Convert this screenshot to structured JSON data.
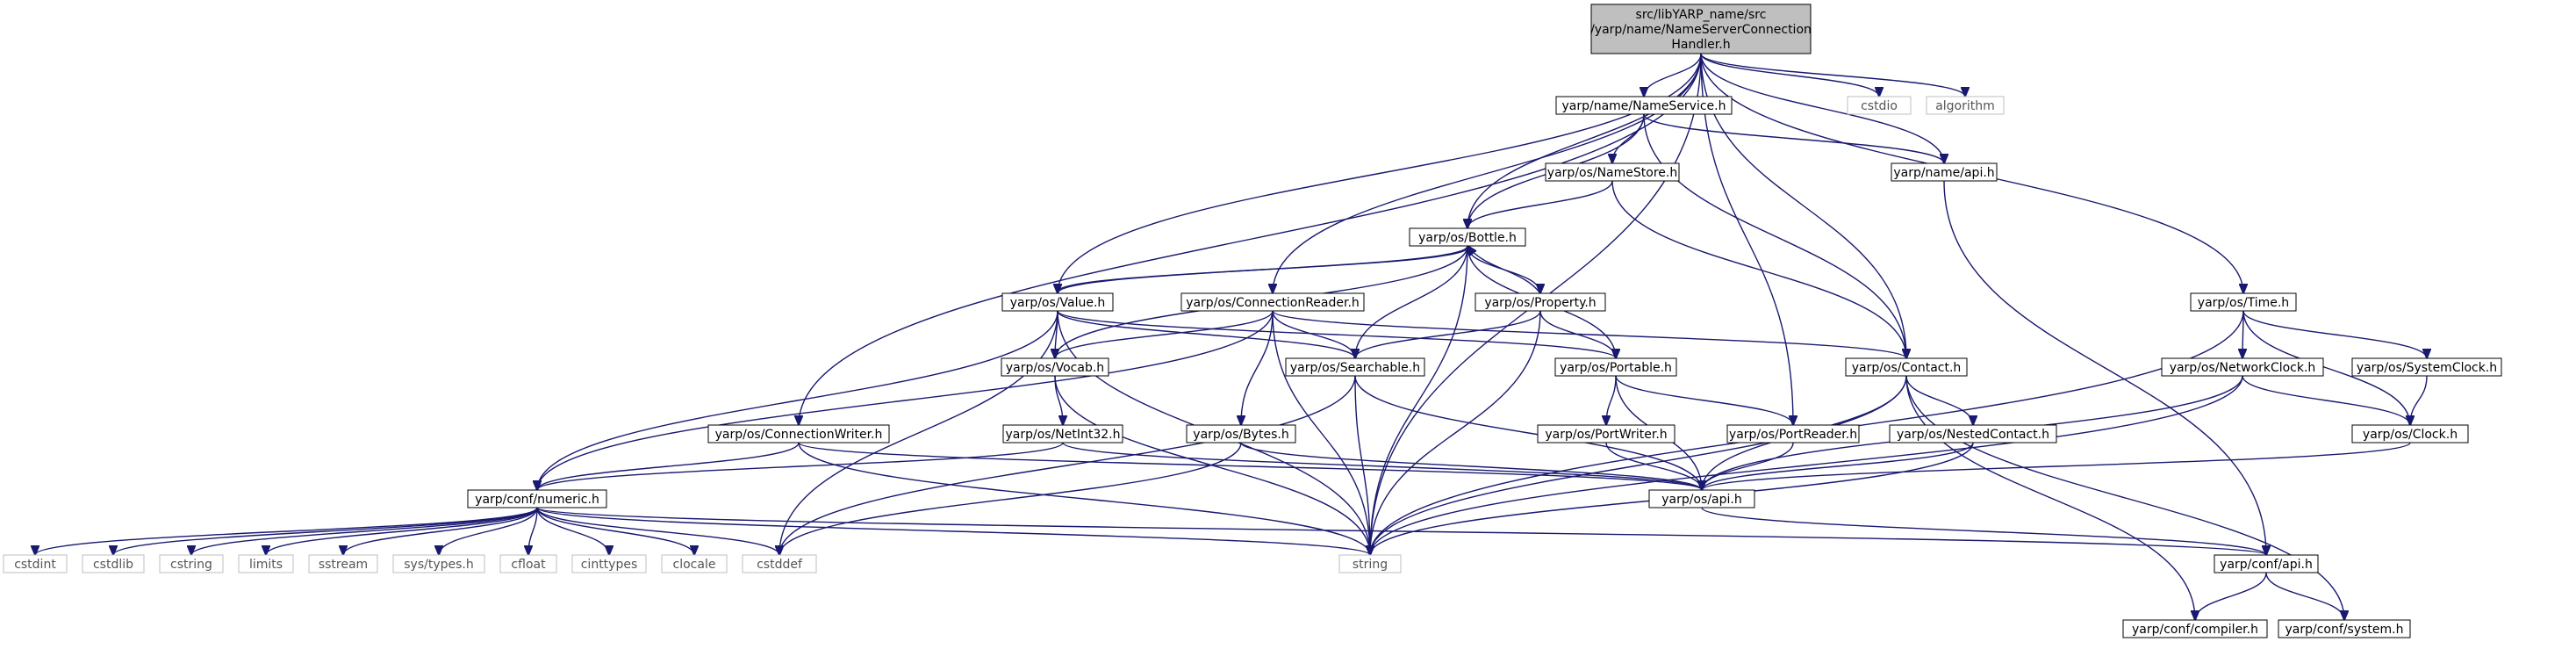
{
  "nodes": [
    {
      "id": "root",
      "lines": [
        "src/libYARP_name/src",
        "/yarp/name/NameServerConnection",
        "Handler.h"
      ],
      "style": "root"
    },
    {
      "id": "nameservice",
      "lines": [
        "yarp/name/NameService.h"
      ],
      "style": "normal"
    },
    {
      "id": "cstdio",
      "lines": [
        "cstdio"
      ],
      "style": "system"
    },
    {
      "id": "algorithm",
      "lines": [
        "algorithm"
      ],
      "style": "system"
    },
    {
      "id": "nameapi",
      "lines": [
        "yarp/name/api.h"
      ],
      "style": "normal"
    },
    {
      "id": "namestore",
      "lines": [
        "yarp/os/NameStore.h"
      ],
      "style": "normal"
    },
    {
      "id": "bottle",
      "lines": [
        "yarp/os/Bottle.h"
      ],
      "style": "normal"
    },
    {
      "id": "value",
      "lines": [
        "yarp/os/Value.h"
      ],
      "style": "normal"
    },
    {
      "id": "connreader",
      "lines": [
        "yarp/os/ConnectionReader.h"
      ],
      "style": "normal"
    },
    {
      "id": "property",
      "lines": [
        "yarp/os/Property.h"
      ],
      "style": "normal"
    },
    {
      "id": "time",
      "lines": [
        "yarp/os/Time.h"
      ],
      "style": "normal"
    },
    {
      "id": "contact",
      "lines": [
        "yarp/os/Contact.h"
      ],
      "style": "normal"
    },
    {
      "id": "vocab",
      "lines": [
        "yarp/os/Vocab.h"
      ],
      "style": "normal"
    },
    {
      "id": "searchable",
      "lines": [
        "yarp/os/Searchable.h"
      ],
      "style": "normal"
    },
    {
      "id": "portable",
      "lines": [
        "yarp/os/Portable.h"
      ],
      "style": "normal"
    },
    {
      "id": "networkclock",
      "lines": [
        "yarp/os/NetworkClock.h"
      ],
      "style": "normal"
    },
    {
      "id": "systemclock",
      "lines": [
        "yarp/os/SystemClock.h"
      ],
      "style": "normal"
    },
    {
      "id": "connwriter",
      "lines": [
        "yarp/os/ConnectionWriter.h"
      ],
      "style": "normal"
    },
    {
      "id": "netint32",
      "lines": [
        "yarp/os/NetInt32.h"
      ],
      "style": "normal"
    },
    {
      "id": "bytes",
      "lines": [
        "yarp/os/Bytes.h"
      ],
      "style": "normal"
    },
    {
      "id": "portwriter",
      "lines": [
        "yarp/os/PortWriter.h"
      ],
      "style": "normal"
    },
    {
      "id": "portreader",
      "lines": [
        "yarp/os/PortReader.h"
      ],
      "style": "normal"
    },
    {
      "id": "nestedcontact",
      "lines": [
        "yarp/os/NestedContact.h"
      ],
      "style": "normal"
    },
    {
      "id": "clock",
      "lines": [
        "yarp/os/Clock.h"
      ],
      "style": "normal"
    },
    {
      "id": "numeric",
      "lines": [
        "yarp/conf/numeric.h"
      ],
      "style": "normal"
    },
    {
      "id": "osapi",
      "lines": [
        "yarp/os/api.h"
      ],
      "style": "normal"
    },
    {
      "id": "cstdint",
      "lines": [
        "cstdint"
      ],
      "style": "system"
    },
    {
      "id": "cstdlib",
      "lines": [
        "cstdlib"
      ],
      "style": "system"
    },
    {
      "id": "cstring",
      "lines": [
        "cstring"
      ],
      "style": "system"
    },
    {
      "id": "limits",
      "lines": [
        "limits"
      ],
      "style": "system"
    },
    {
      "id": "sstream",
      "lines": [
        "sstream"
      ],
      "style": "system"
    },
    {
      "id": "systypes",
      "lines": [
        "sys/types.h"
      ],
      "style": "system"
    },
    {
      "id": "cfloat",
      "lines": [
        "cfloat"
      ],
      "style": "system"
    },
    {
      "id": "cinttypes",
      "lines": [
        "cinttypes"
      ],
      "style": "system"
    },
    {
      "id": "clocale",
      "lines": [
        "clocale"
      ],
      "style": "system"
    },
    {
      "id": "cstddef",
      "lines": [
        "cstddef"
      ],
      "style": "system"
    },
    {
      "id": "string",
      "lines": [
        "string"
      ],
      "style": "system"
    },
    {
      "id": "confapi",
      "lines": [
        "yarp/conf/api.h"
      ],
      "style": "normal"
    },
    {
      "id": "compiler",
      "lines": [
        "yarp/conf/compiler.h"
      ],
      "style": "normal"
    },
    {
      "id": "system",
      "lines": [
        "yarp/conf/system.h"
      ],
      "style": "normal"
    }
  ],
  "edges": [
    [
      "root",
      "nameservice"
    ],
    [
      "root",
      "cstdio"
    ],
    [
      "root",
      "algorithm"
    ],
    [
      "root",
      "nameapi"
    ],
    [
      "root",
      "bottle"
    ],
    [
      "root",
      "value"
    ],
    [
      "root",
      "connreader"
    ],
    [
      "root",
      "connwriter"
    ],
    [
      "root",
      "contact"
    ],
    [
      "root",
      "portreader"
    ],
    [
      "root",
      "time"
    ],
    [
      "root",
      "string"
    ],
    [
      "nameservice",
      "nameapi"
    ],
    [
      "nameservice",
      "namestore"
    ],
    [
      "nameservice",
      "bottle"
    ],
    [
      "nameservice",
      "contact"
    ],
    [
      "nameapi",
      "confapi"
    ],
    [
      "namestore",
      "bottle"
    ],
    [
      "namestore",
      "contact"
    ],
    [
      "bottle",
      "value"
    ],
    [
      "bottle",
      "property"
    ],
    [
      "bottle",
      "searchable"
    ],
    [
      "bottle",
      "portable"
    ],
    [
      "bottle",
      "vocab"
    ],
    [
      "bottle",
      "string"
    ],
    [
      "value",
      "bottle"
    ],
    [
      "value",
      "vocab"
    ],
    [
      "value",
      "searchable"
    ],
    [
      "value",
      "portable"
    ],
    [
      "value",
      "numeric"
    ],
    [
      "value",
      "cstddef"
    ],
    [
      "value",
      "string"
    ],
    [
      "property",
      "bottle"
    ],
    [
      "property",
      "searchable"
    ],
    [
      "property",
      "portable"
    ],
    [
      "property",
      "string"
    ],
    [
      "connreader",
      "vocab"
    ],
    [
      "connreader",
      "searchable"
    ],
    [
      "connreader",
      "bytes"
    ],
    [
      "connreader",
      "contact"
    ],
    [
      "connreader",
      "numeric"
    ],
    [
      "connreader",
      "string"
    ],
    [
      "time",
      "networkclock"
    ],
    [
      "time",
      "systemclock"
    ],
    [
      "time",
      "clock"
    ],
    [
      "time",
      "string"
    ],
    [
      "contact",
      "nestedcontact"
    ],
    [
      "contact",
      "osapi"
    ],
    [
      "contact",
      "string"
    ],
    [
      "contact",
      "compiler"
    ],
    [
      "contact",
      "system"
    ],
    [
      "vocab",
      "netint32"
    ],
    [
      "vocab",
      "string"
    ],
    [
      "searchable",
      "osapi"
    ],
    [
      "searchable",
      "string"
    ],
    [
      "searchable",
      "cstddef"
    ],
    [
      "portable",
      "portwriter"
    ],
    [
      "portable",
      "portreader"
    ],
    [
      "portable",
      "osapi"
    ],
    [
      "networkclock",
      "clock"
    ],
    [
      "networkclock",
      "osapi"
    ],
    [
      "networkclock",
      "string"
    ],
    [
      "systemclock",
      "clock"
    ],
    [
      "connwriter",
      "numeric"
    ],
    [
      "connwriter",
      "osapi"
    ],
    [
      "connwriter",
      "string"
    ],
    [
      "netint32",
      "numeric"
    ],
    [
      "netint32",
      "osapi"
    ],
    [
      "bytes",
      "osapi"
    ],
    [
      "bytes",
      "cstddef"
    ],
    [
      "portwriter",
      "osapi"
    ],
    [
      "portreader",
      "osapi"
    ],
    [
      "nestedcontact",
      "osapi"
    ],
    [
      "nestedcontact",
      "string"
    ],
    [
      "clock",
      "osapi"
    ],
    [
      "numeric",
      "cstdint"
    ],
    [
      "numeric",
      "cstdlib"
    ],
    [
      "numeric",
      "cstring"
    ],
    [
      "numeric",
      "limits"
    ],
    [
      "numeric",
      "sstream"
    ],
    [
      "numeric",
      "systypes"
    ],
    [
      "numeric",
      "cfloat"
    ],
    [
      "numeric",
      "cinttypes"
    ],
    [
      "numeric",
      "clocale"
    ],
    [
      "numeric",
      "cstddef"
    ],
    [
      "numeric",
      "string"
    ],
    [
      "numeric",
      "confapi"
    ],
    [
      "osapi",
      "confapi"
    ],
    [
      "confapi",
      "compiler"
    ],
    [
      "confapi",
      "system"
    ]
  ]
}
